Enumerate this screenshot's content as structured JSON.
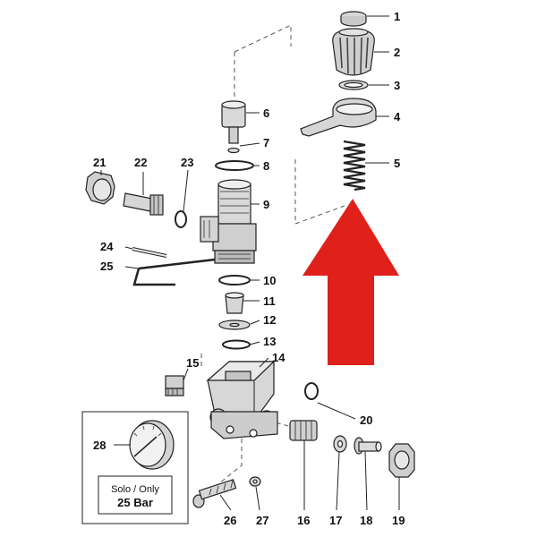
{
  "callouts": {
    "c1": "1",
    "c2": "2",
    "c3": "3",
    "c4": "4",
    "c5": "5",
    "c6": "6",
    "c7": "7",
    "c8": "8",
    "c9": "9",
    "c10": "10",
    "c11": "11",
    "c12": "12",
    "c13": "13",
    "c14": "14",
    "c15": "15",
    "c16": "16",
    "c17": "17",
    "c18": "18",
    "c19": "19",
    "c20": "20",
    "c21": "21",
    "c22": "22",
    "c23": "23",
    "c24": "24",
    "c25": "25",
    "c26": "26",
    "c27": "27",
    "c28": "28"
  },
  "gauge_box": {
    "line1": "Solo / Only",
    "line2": "25 Bar"
  },
  "colors": {
    "arrow": "#e0201b",
    "ink": "#222222",
    "part_fill": "#e6e6e6",
    "part_shade": "#bdbdbd"
  },
  "icons": {
    "arrow": "up-arrow-icon"
  }
}
